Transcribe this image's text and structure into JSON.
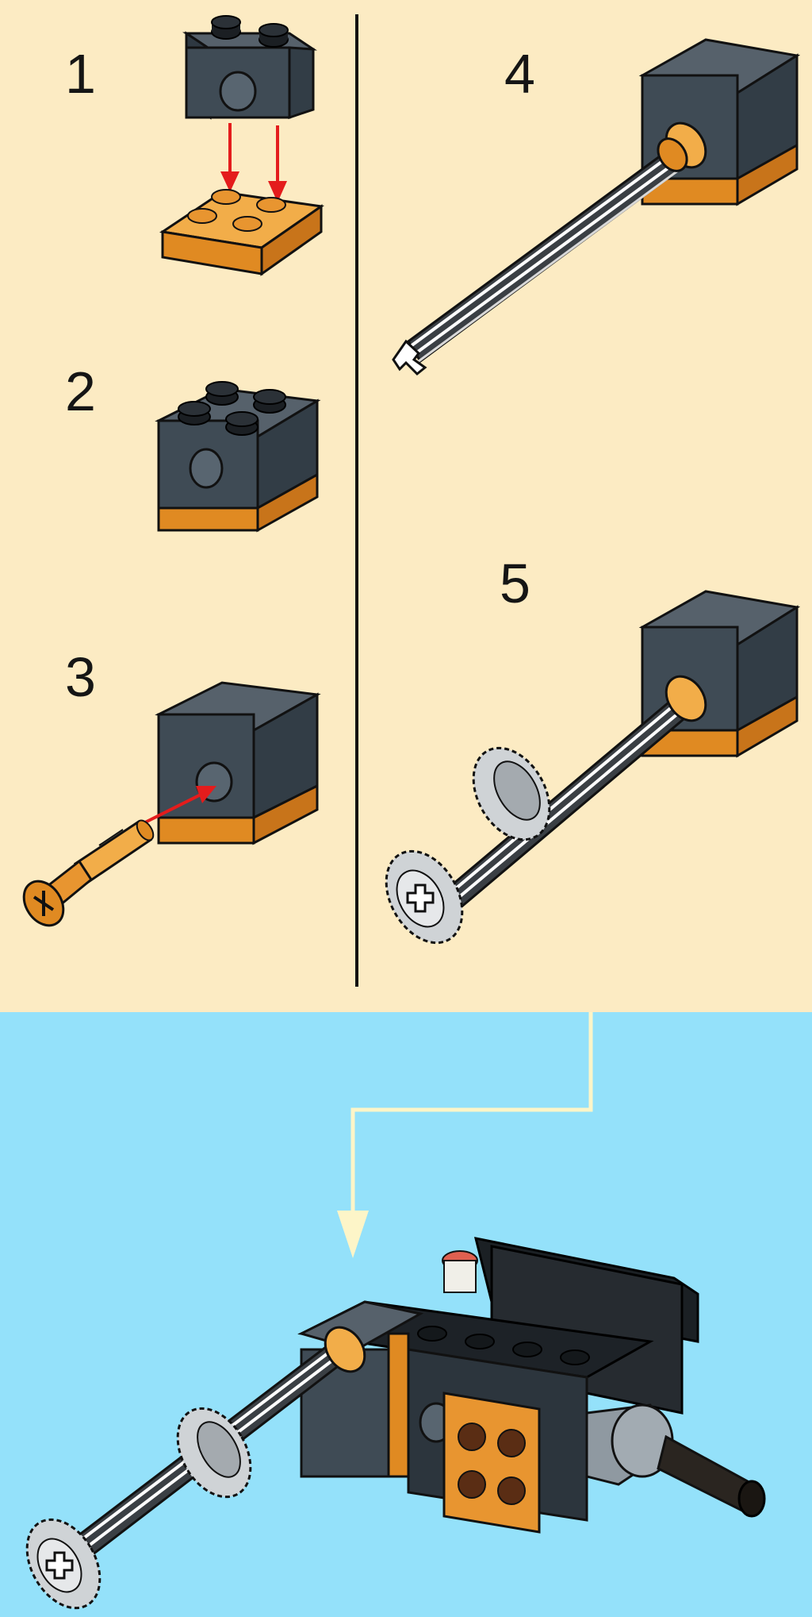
{
  "steps": [
    {
      "number": "1",
      "parts": [
        "dark-gray-1x2-technic-brick",
        "orange-2x2-plate"
      ]
    },
    {
      "number": "2",
      "parts": [
        "assembled-brick"
      ]
    },
    {
      "number": "3",
      "parts": [
        "orange-axle-pin"
      ]
    },
    {
      "number": "4",
      "parts": [
        "gray-axle"
      ]
    },
    {
      "number": "5",
      "parts": [
        "light-gray-gear",
        "light-gray-gear"
      ]
    }
  ],
  "colors": {
    "top_background": "#fcebc3",
    "bottom_background": "#94e1fa",
    "dark_gray_brick": "#3f4b55",
    "orange_plate": "#e5952b",
    "arrow_red": "#e41c1c",
    "pointer_arrow": "#fdf5c8"
  },
  "icons": [
    "arrow-down-icon",
    "arrow-insert-icon",
    "pointer-arrow-icon"
  ]
}
